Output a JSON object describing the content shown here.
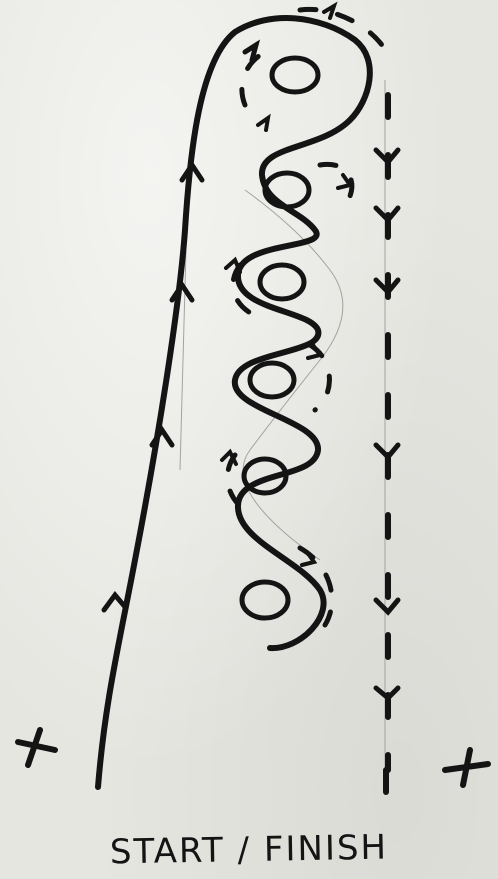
{
  "caption": "START / FINISH",
  "marks": {
    "start_x": "X",
    "finish_x": "X"
  },
  "colors": {
    "ink": "#141414",
    "pencil": "#9a9a96",
    "paper": "#e6e6e1"
  }
}
